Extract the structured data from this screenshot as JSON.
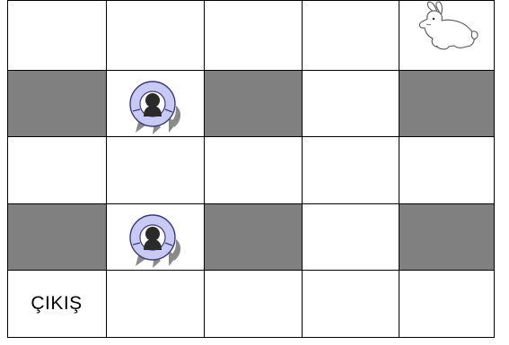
{
  "board": {
    "rows": 5,
    "cols": 5,
    "colors": {
      "dark": "#808080",
      "light": "#ffffff",
      "lines": "#000000",
      "piece_fill": "#c9c9f5",
      "piece_stroke": "#3a3a7a"
    },
    "cells": [
      [
        "light",
        "light",
        "light",
        "light",
        "light"
      ],
      [
        "dark",
        "light",
        "dark",
        "light",
        "dark"
      ],
      [
        "light",
        "light",
        "light",
        "light",
        "light"
      ],
      [
        "dark",
        "light",
        "dark",
        "light",
        "dark"
      ],
      [
        "light",
        "light",
        "light",
        "light",
        "light"
      ]
    ],
    "items": [
      {
        "row": 0,
        "col": 4,
        "icon": "rabbit-icon"
      },
      {
        "row": 1,
        "col": 1,
        "icon": "hunter-piece-icon"
      },
      {
        "row": 3,
        "col": 1,
        "icon": "hunter-piece-icon"
      }
    ],
    "labels": [
      {
        "row": 4,
        "col": 0,
        "text": "ÇIKIŞ"
      }
    ]
  }
}
